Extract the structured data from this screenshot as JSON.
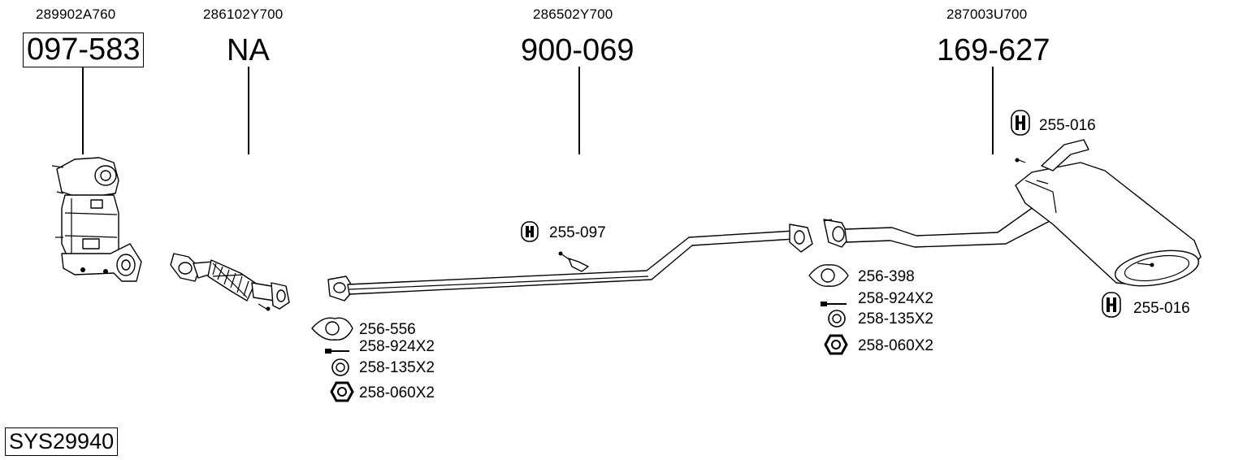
{
  "parts": [
    {
      "oem": "289902A760",
      "ref": "097-583",
      "boxed": true
    },
    {
      "oem": "286102Y700",
      "ref": "NA",
      "boxed": false
    },
    {
      "oem": "286502Y700",
      "ref": "900-069",
      "boxed": false
    },
    {
      "oem": "287003U700",
      "ref": "169-627",
      "boxed": false
    }
  ],
  "hardware_front": [
    {
      "ref": "256-556",
      "icon": "gasket-icon"
    },
    {
      "ref": "258-924X2",
      "icon": "bolt-icon"
    },
    {
      "ref": "258-135X2",
      "icon": "washer-icon"
    },
    {
      "ref": "258-060X2",
      "icon": "nut-icon"
    }
  ],
  "hardware_rear": [
    {
      "ref": "256-398",
      "icon": "gasket-icon"
    },
    {
      "ref": "258-924X2",
      "icon": "bolt-icon"
    },
    {
      "ref": "258-135X2",
      "icon": "washer-icon"
    },
    {
      "ref": "258-060X2",
      "icon": "nut-icon"
    }
  ],
  "hangers": {
    "middle": "255-097",
    "rear_top": "255-016",
    "rear_bottom": "255-016"
  },
  "system_code": "SYS29940"
}
